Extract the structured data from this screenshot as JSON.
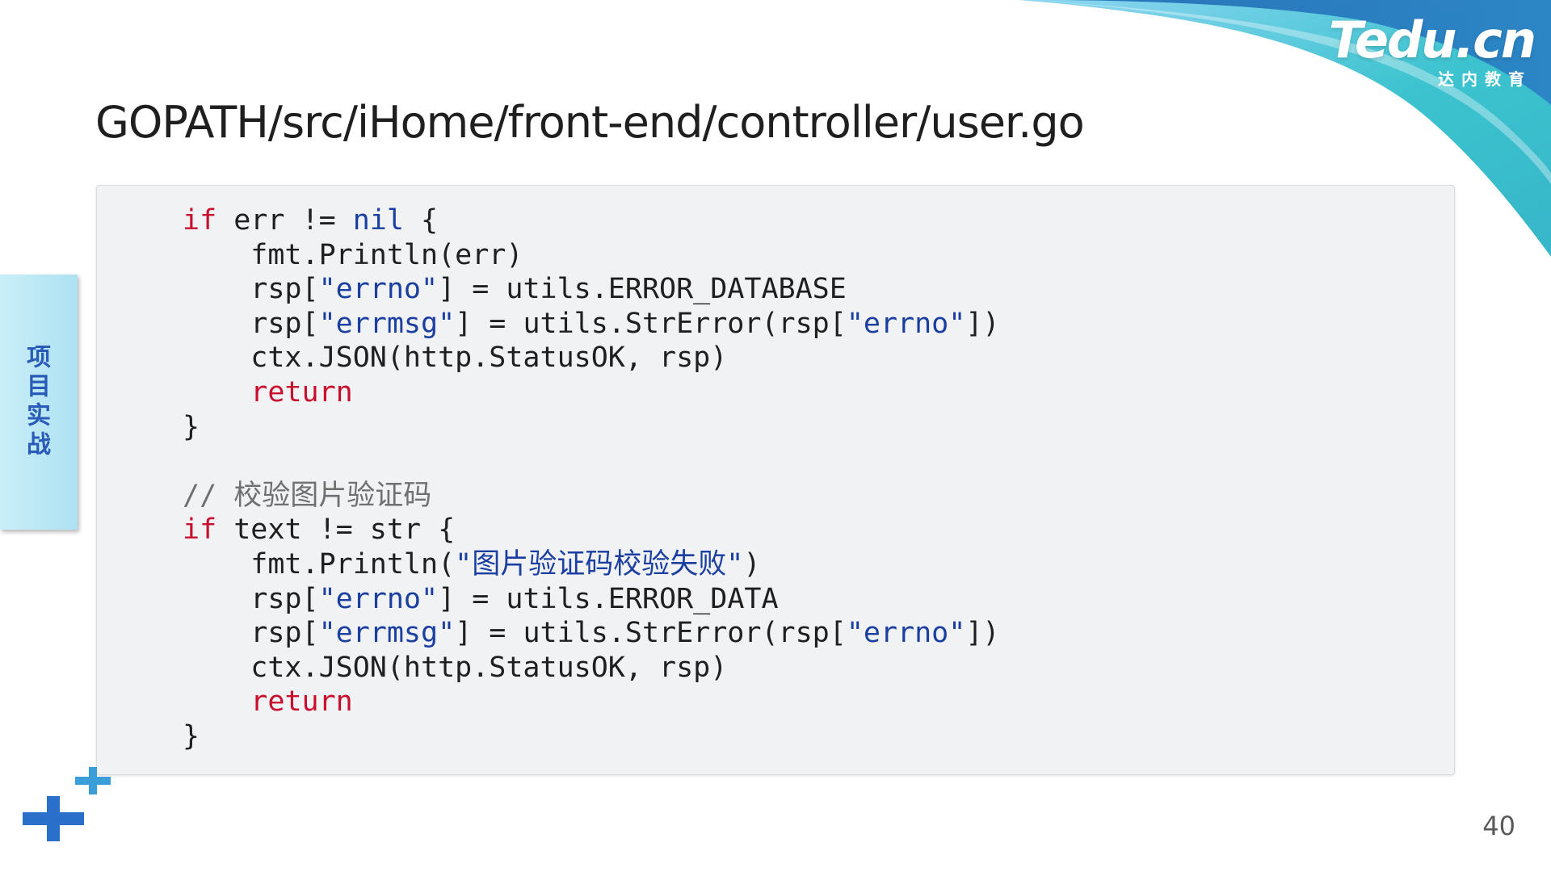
{
  "brand": {
    "logo_text": "Tedu.cn",
    "logo_subtext": "达内教育",
    "colors": {
      "teal": "#3cc3cf",
      "deep_blue": "#1e69b4",
      "sky": "#8fd6f2",
      "tab_text": "#2a5bb8",
      "plus_blue": "#2a6fc9",
      "plus_cyan": "#3a9fd8"
    }
  },
  "slide": {
    "title": "GOPATH/src/iHome/front-end/controller/user.go",
    "side_tab_label": "项目实战",
    "page_number": "40"
  },
  "code": {
    "language": "go",
    "token_colors": {
      "keyword": "#c8102e",
      "literal": "#1a3fa0",
      "string": "#1a3fa0",
      "comment": "#707070",
      "plain": "#1f1f1f"
    },
    "lines": [
      [
        {
          "t": "kw",
          "v": "if"
        },
        {
          "t": "plain",
          "v": " err != "
        },
        {
          "t": "lit",
          "v": "nil"
        },
        {
          "t": "plain",
          "v": " {"
        }
      ],
      [
        {
          "t": "plain",
          "v": "    fmt.Println(err)"
        }
      ],
      [
        {
          "t": "plain",
          "v": "    rsp["
        },
        {
          "t": "str",
          "v": "\"errno\""
        },
        {
          "t": "plain",
          "v": "] = utils.ERROR_DATABASE"
        }
      ],
      [
        {
          "t": "plain",
          "v": "    rsp["
        },
        {
          "t": "str",
          "v": "\"errmsg\""
        },
        {
          "t": "plain",
          "v": "] = utils.StrError(rsp["
        },
        {
          "t": "str",
          "v": "\"errno\""
        },
        {
          "t": "plain",
          "v": "])"
        }
      ],
      [
        {
          "t": "plain",
          "v": "    ctx.JSON(http.StatusOK, rsp)"
        }
      ],
      [
        {
          "t": "plain",
          "v": "    "
        },
        {
          "t": "kw",
          "v": "return"
        }
      ],
      [
        {
          "t": "plain",
          "v": "}"
        }
      ],
      [],
      [
        {
          "t": "com",
          "v": "// 校验图片验证码"
        }
      ],
      [
        {
          "t": "kw",
          "v": "if"
        },
        {
          "t": "plain",
          "v": " text != str {"
        }
      ],
      [
        {
          "t": "plain",
          "v": "    fmt.Println("
        },
        {
          "t": "str",
          "v": "\"图片验证码校验失败\""
        },
        {
          "t": "plain",
          "v": ")"
        }
      ],
      [
        {
          "t": "plain",
          "v": "    rsp["
        },
        {
          "t": "str",
          "v": "\"errno\""
        },
        {
          "t": "plain",
          "v": "] = utils.ERROR_DATA"
        }
      ],
      [
        {
          "t": "plain",
          "v": "    rsp["
        },
        {
          "t": "str",
          "v": "\"errmsg\""
        },
        {
          "t": "plain",
          "v": "] = utils.StrError(rsp["
        },
        {
          "t": "str",
          "v": "\"errno\""
        },
        {
          "t": "plain",
          "v": "])"
        }
      ],
      [
        {
          "t": "plain",
          "v": "    ctx.JSON(http.StatusOK, rsp)"
        }
      ],
      [
        {
          "t": "plain",
          "v": "    "
        },
        {
          "t": "kw",
          "v": "return"
        }
      ],
      [
        {
          "t": "plain",
          "v": "}"
        }
      ]
    ]
  }
}
